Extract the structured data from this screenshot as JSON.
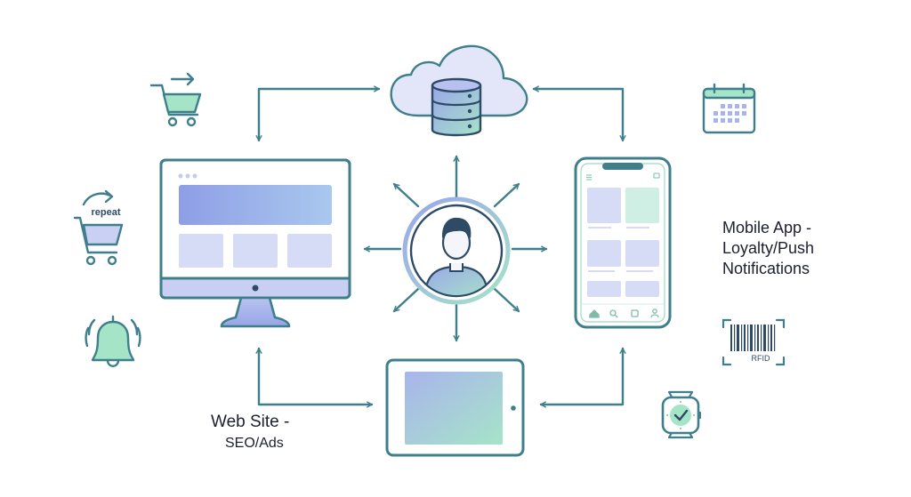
{
  "labels": {
    "web_site_title": "Web Site -",
    "web_site_sub": "SEO/Ads",
    "mobile_line1": "Mobile App -",
    "mobile_line2": "Loyalty/Push",
    "mobile_line3": "Notifications",
    "repeat": "repeat",
    "rfid": "RFID"
  },
  "colors": {
    "stroke": "#3f7f8c",
    "accent_purple": "#8f9fe6",
    "accent_green": "#a6e4c8",
    "light_purple": "#d6dbf6",
    "text": "#1c1f2e"
  },
  "icons": [
    "cloud-database-icon",
    "user-avatar-icon",
    "desktop-monitor-icon",
    "smartphone-icon",
    "tablet-icon",
    "shopping-cart-arrow-icon",
    "repeat-cart-icon",
    "bell-icon",
    "calendar-icon",
    "rfid-barcode-icon",
    "smartwatch-icon"
  ]
}
